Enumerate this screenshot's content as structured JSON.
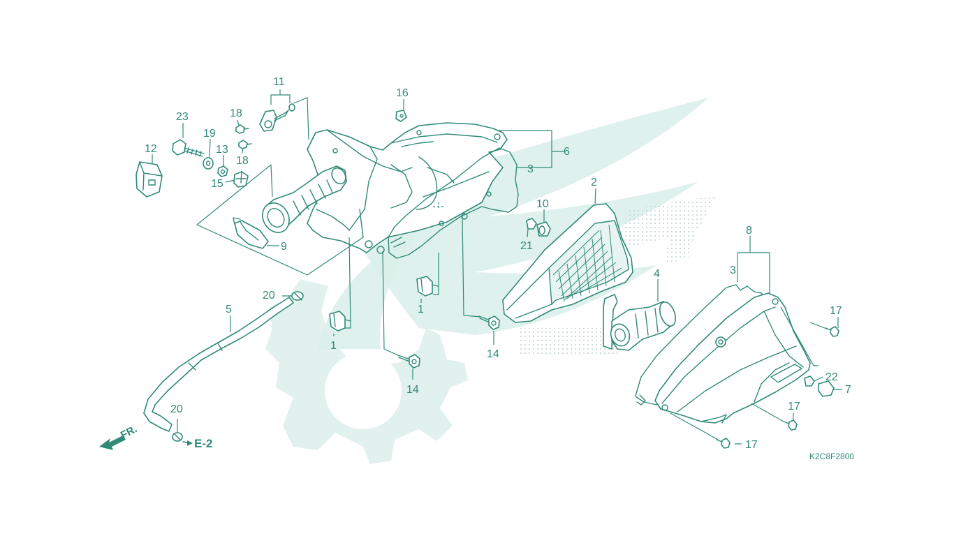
{
  "diagram": {
    "code": "K2C8F2800",
    "direction_label": "FR.",
    "reference_label": "E-2",
    "accent_color": "#2f8a78",
    "watermark_color": "#dcefea"
  },
  "callouts": {
    "c1a": "1",
    "c1b": "1",
    "c2": "2",
    "c3a": "3",
    "c3b": "3",
    "c4": "4",
    "c5": "5",
    "c6": "6",
    "c7": "7",
    "c8": "8",
    "c9": "9",
    "c10": "10",
    "c11": "11",
    "c12": "12",
    "c13": "13",
    "c14a": "14",
    "c14b": "14",
    "c15": "15",
    "c16": "16",
    "c17a": "17",
    "c17b": "17",
    "c17c": "17",
    "c18a": "18",
    "c18b": "18",
    "c19": "19",
    "c20a": "20",
    "c20b": "20",
    "c21": "21",
    "c22": "22",
    "c23": "23"
  }
}
